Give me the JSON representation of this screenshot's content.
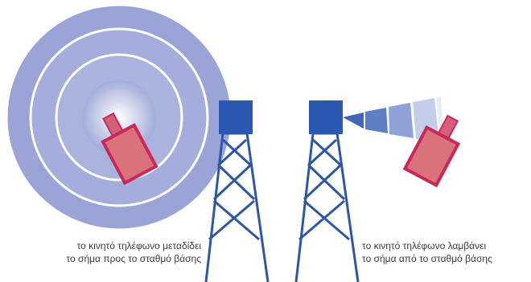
{
  "captions": {
    "left": {
      "line1": "το κινητό τηλέφωνο μεταδίδει",
      "line2": "το σήμα προς το σταθμό βάσης"
    },
    "right": {
      "line1": "το κινητό τηλέφωνο λαμβάνει",
      "line2": "το σήμα από το σταθμό βάσης"
    }
  },
  "colors": {
    "tower": "#2e56a8",
    "antenna_box": "#2b58b0",
    "phone_fill": "#d9727a",
    "phone_border": "#c8285a",
    "wave_outer": "#9aa5d6",
    "wave_inner": "#f4f5fb"
  }
}
